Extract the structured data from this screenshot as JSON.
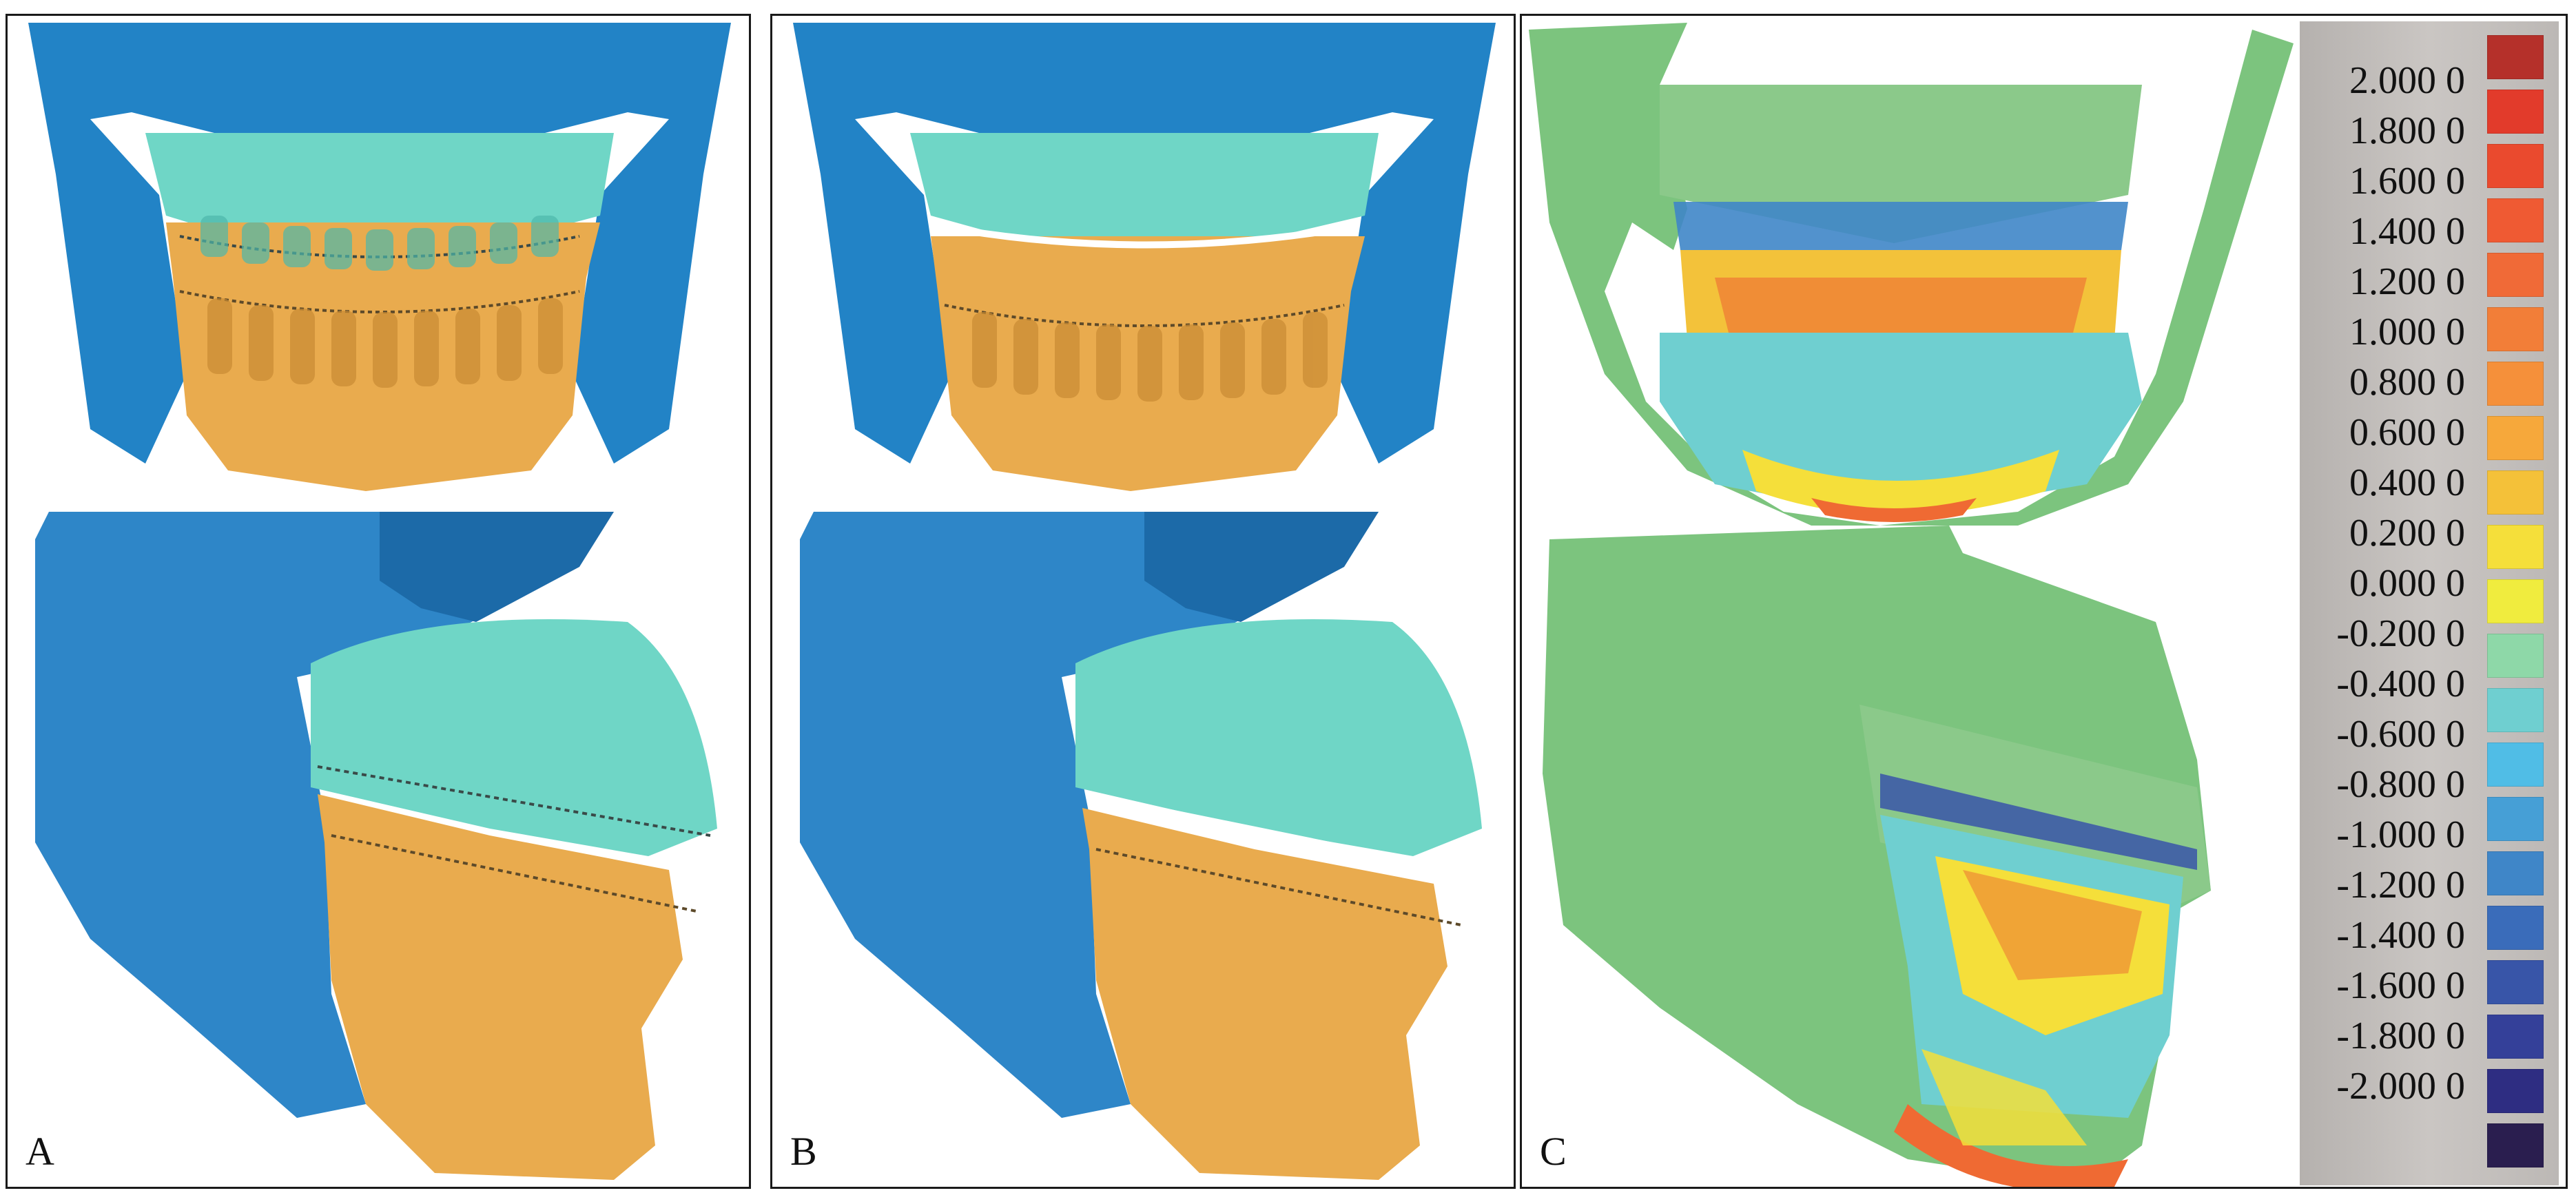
{
  "panels": [
    {
      "letter": "A"
    },
    {
      "letter": "B"
    },
    {
      "letter": "C"
    }
  ],
  "colorbar": {
    "ticks": [
      "2.000 0",
      "1.800 0",
      "1.600 0",
      "1.400 0",
      "1.200 0",
      "1.000 0",
      "0.800 0",
      "0.600 0",
      "0.400 0",
      "0.200 0",
      "0.000 0",
      "-0.200 0",
      "-0.400 0",
      "-0.600 0",
      "-0.800 0",
      "-1.000 0",
      "-1.200 0",
      "-1.400 0",
      "-1.600 0",
      "-1.800 0",
      "-2.000 0"
    ],
    "swatch_colors": [
      "#b5302a",
      "#e23b2b",
      "#ea4a2e",
      "#ef5a33",
      "#f06a37",
      "#f27e38",
      "#f5903a",
      "#f6a83b",
      "#f4c139",
      "#f5df3a",
      "#f0ec3e",
      "#8ed8a8",
      "#6fcfd0",
      "#50bde6",
      "#469fd6",
      "#3f86c8",
      "#3a6cba",
      "#3855a8",
      "#344099",
      "#2e2d82",
      "#2a1e4f"
    ]
  },
  "colors": {
    "skull_blue": "#1f7fc4",
    "maxilla_teal": "#6fd6c6",
    "mandible_gold": "#e8aa4c",
    "unchanged_green": "#7cc47e"
  }
}
